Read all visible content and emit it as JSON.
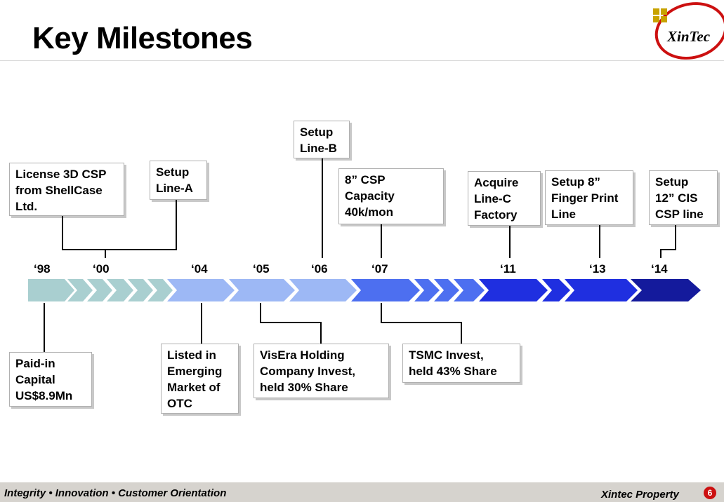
{
  "title": "Key Milestones",
  "logo": {
    "text": "XinTec"
  },
  "years": {
    "y98": "‘98",
    "y00": "‘00",
    "y04": "‘04",
    "y05": "‘05",
    "y06": "‘06",
    "y07": "‘07",
    "y11": "‘11",
    "y13": "‘13",
    "y14": "‘14"
  },
  "top_boxes": {
    "license": "License 3D CSP\nfrom ShellCase\nLtd.",
    "line_a": "Setup\nLine-A",
    "line_b": "Setup\nLine-B",
    "capacity": "8” CSP\nCapacity\n40k/mon",
    "line_c": "Acquire\nLine-C\nFactory",
    "fingerprint": "Setup 8”\nFinger Print\nLine",
    "cis": "Setup\n12” CIS\nCSP line"
  },
  "bottom_boxes": {
    "capital": "Paid-in\nCapital\nUS$8.9Mn",
    "otc": "Listed in\nEmerging\nMarket of\nOTC",
    "visera": "VisEra Holding\nCompany Invest,\nheld 30% Share",
    "tsmc": "TSMC Invest,\nheld 43% Share"
  },
  "footer": {
    "motto": "Integrity • Innovation • Customer Orientation",
    "property": "Xintec Property",
    "page": "6"
  },
  "colors": {
    "chevron_1": "#a9cfd0",
    "chevron_2": "#9db8f5",
    "chevron_3": "#4d6ff0",
    "chevron_4": "#1f2fe0",
    "chevron_5": "#141a9c"
  }
}
